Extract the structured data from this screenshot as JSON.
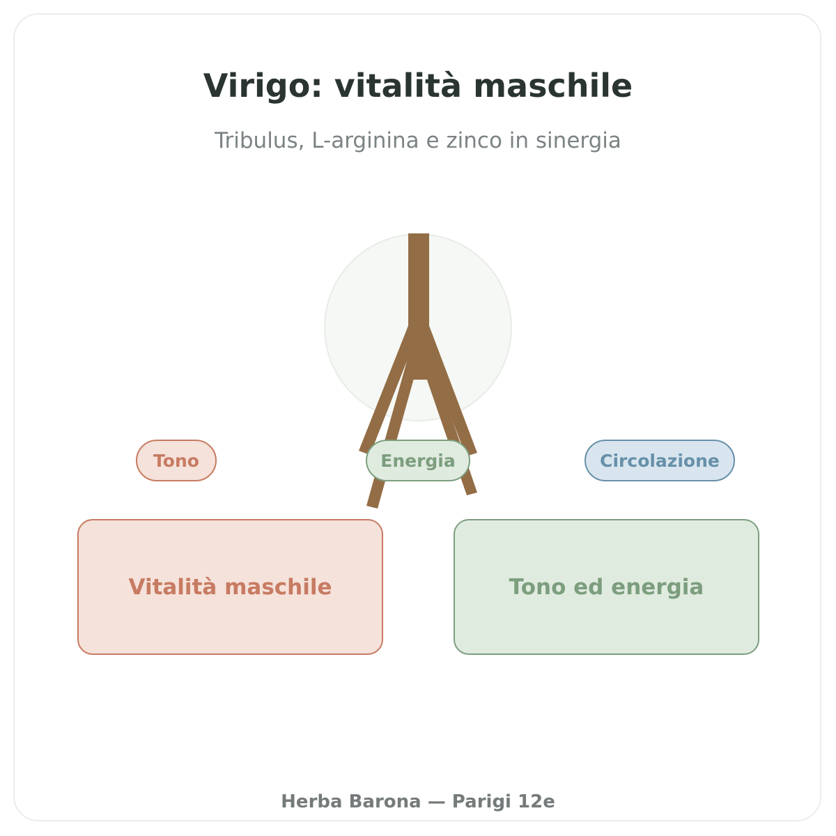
{
  "header": {
    "title": "Virigo: vitalità maschile",
    "subtitle": "Tribulus, L-arginina e zinco in sinergia"
  },
  "pills": {
    "tono": "Tono",
    "energia": "Energia",
    "circolazione": "Circolazione"
  },
  "boxes": {
    "vitalita": "Vitalità maschile",
    "tono_energia": "Tono ed energia"
  },
  "footer": {
    "text": "Herba Barona — Parigi 12e"
  },
  "colors": {
    "terracotta": "#c77b62",
    "sage": "#7c9e7e",
    "steel_blue": "#6790a9",
    "root_brown": "#936d46",
    "title_dark": "#2a3532"
  },
  "icons": {
    "center": "root-branch-icon"
  }
}
